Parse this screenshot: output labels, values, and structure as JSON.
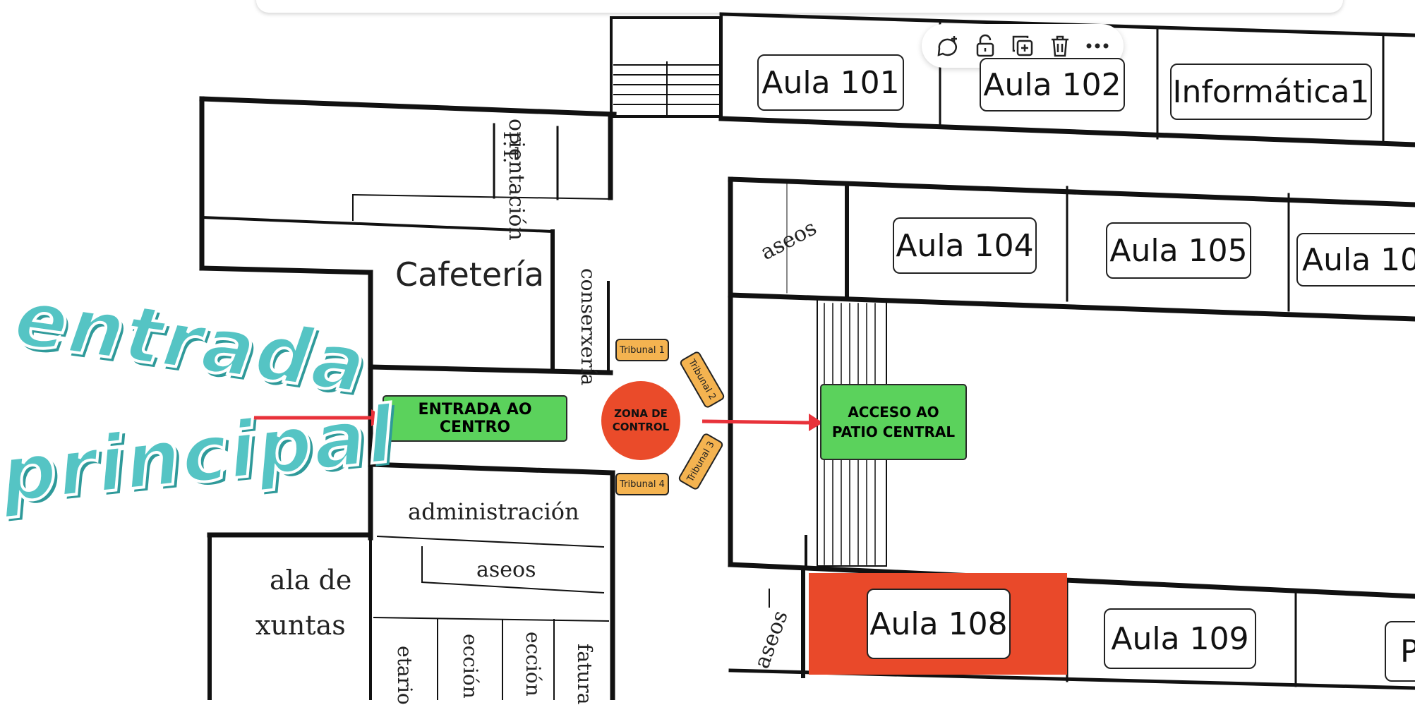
{
  "context_toolbar": {
    "icons": [
      "comment-add-icon",
      "unlock-icon",
      "duplicate-icon",
      "delete-icon",
      "more-icon"
    ]
  },
  "rooms": {
    "aula101": "Aula 101",
    "aula102": "Aula 102",
    "informatica1": "Informática1",
    "aula104": "Aula 104",
    "aula105": "Aula 105",
    "aula106": "Aula 10",
    "aula108": "Aula 108",
    "aula109": "Aula 109",
    "partial_p": "P"
  },
  "plan_labels": {
    "cafeteria": "Cafetería",
    "orientacion": "orientación",
    "pt": "P.T.",
    "conserxeria": "conserxería",
    "aseos_top": "aseos",
    "administracion": "administración",
    "aseos_admin": "aseos",
    "sala_de": "ala de",
    "xuntas": "xuntas",
    "aseos_bottom": "aseos",
    "secretario": "etario",
    "direccion1": "ección",
    "direccion2": "ección",
    "xefatura": "fatura"
  },
  "annotations": {
    "entrada_centro": "ENTRADA AO CENTRO",
    "acceso_patio_l1": "ACCESO AO",
    "acceso_patio_l2": "PATIO CENTRAL",
    "zona_control_l1": "ZONA DE",
    "zona_control_l2": "CONTROL",
    "tribunal1": "Tribunal 1",
    "tribunal2": "Tribunal 2",
    "tribunal3": "Tribunal 3",
    "tribunal4": "Tribunal 4",
    "wordart_line1": "entrada",
    "wordart_line2": "principal"
  },
  "colors": {
    "green_box": "#5bd25c",
    "zone_red": "#ea4b2a",
    "tribunal_orange": "#f4b350",
    "arrow_red": "#e8323a",
    "aula108_fill": "#e9492a",
    "wordart_teal": "#55c4c4"
  }
}
